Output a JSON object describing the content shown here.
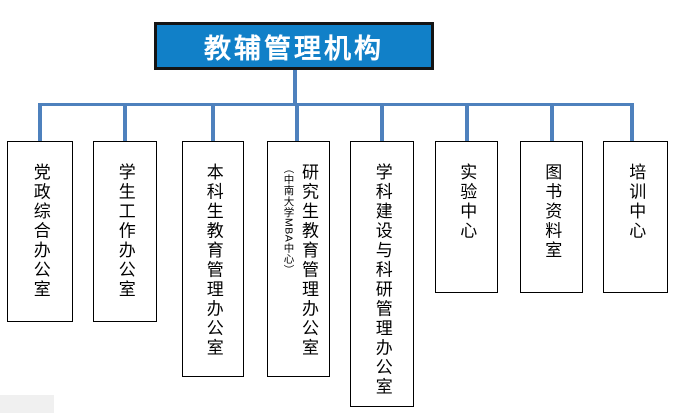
{
  "org": {
    "root": {
      "label": "教辅管理机构"
    },
    "units": [
      {
        "label": "党政综合办公室"
      },
      {
        "label": "学生工作办公室"
      },
      {
        "label": "本科生教育管理办公室"
      },
      {
        "label": "研究生教育管理办公室",
        "sub_label": "（中南大学MBA中心）"
      },
      {
        "label": "学科建设与科研管理办公室"
      },
      {
        "label": "实验中心"
      },
      {
        "label": "图书资料室"
      },
      {
        "label": "培训中心"
      }
    ]
  },
  "colors": {
    "root_fill": "#1180C8",
    "root_border": "#141414",
    "connector": "#4E81BD",
    "unit_border": "#000000"
  }
}
